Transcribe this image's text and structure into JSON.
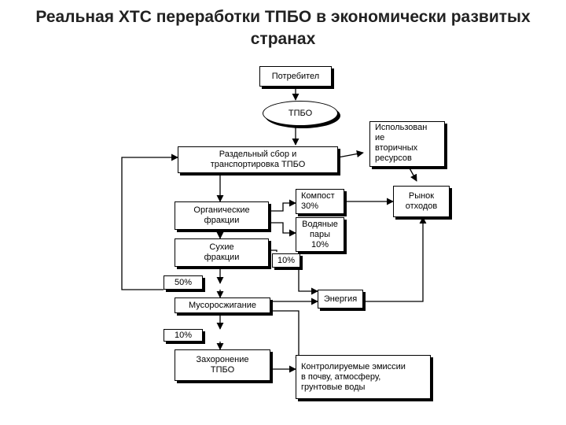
{
  "title": "Реальная ХТС переработки ТПБО в экономически развитых странах",
  "nodes": {
    "consumer": "Потребител",
    "tpbo": "ТПБО",
    "recycled_use": "Использован\nие\nвторичных\nресурсов",
    "collection": "Раздельный сбор и\nтранспортировка ТПБО",
    "compost": "Компост\n30%",
    "waste_market": "Рынок\nотходов",
    "organic": "Органические\nфракции",
    "steam": "Водяные\nпары\n10%",
    "dry": "Сухие\nфракции",
    "pct_10_a": "10%",
    "pct_50": "50%",
    "energy": "Энергия",
    "incineration": "Мусоросжигание",
    "pct_10_b": "10%",
    "landfill": "Захоронение\nТПБО",
    "emissions": "Контролируемые эмиссии\nв почву, атмосферу,\nгрунтовые воды"
  }
}
